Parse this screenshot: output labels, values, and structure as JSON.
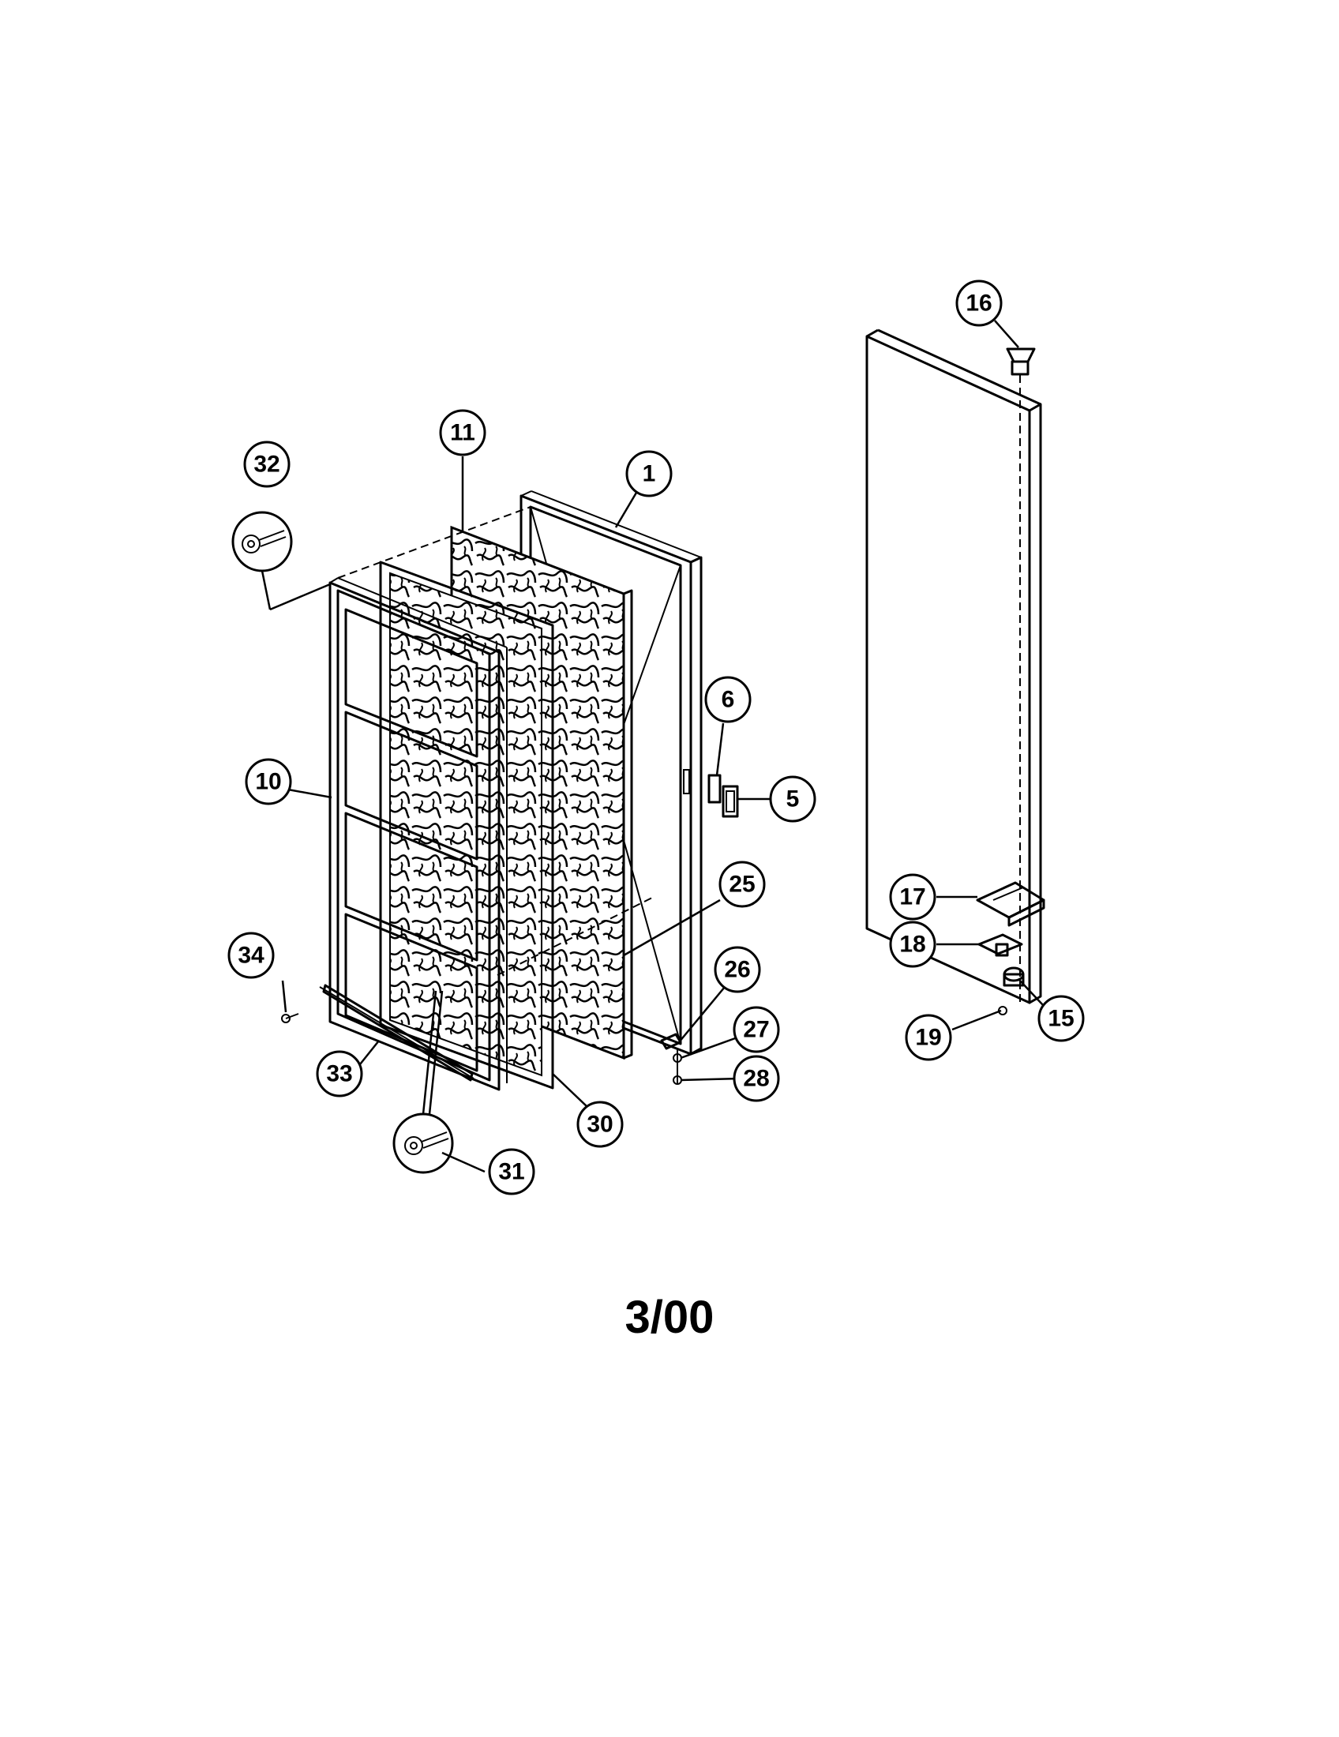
{
  "diagram": {
    "footer_date": "3/00",
    "callouts": [
      {
        "id": "c1",
        "label": "1"
      },
      {
        "id": "c5",
        "label": "5"
      },
      {
        "id": "c6",
        "label": "6"
      },
      {
        "id": "c10",
        "label": "10"
      },
      {
        "id": "c11",
        "label": "11"
      },
      {
        "id": "c15",
        "label": "15"
      },
      {
        "id": "c16",
        "label": "16"
      },
      {
        "id": "c17",
        "label": "17"
      },
      {
        "id": "c18",
        "label": "18"
      },
      {
        "id": "c19",
        "label": "19"
      },
      {
        "id": "c25",
        "label": "25"
      },
      {
        "id": "c26",
        "label": "26"
      },
      {
        "id": "c27",
        "label": "27"
      },
      {
        "id": "c28",
        "label": "28"
      },
      {
        "id": "c30",
        "label": "30"
      },
      {
        "id": "c31",
        "label": "31"
      },
      {
        "id": "c32",
        "label": "32"
      },
      {
        "id": "c33",
        "label": "33"
      },
      {
        "id": "c34",
        "label": "34"
      }
    ]
  }
}
